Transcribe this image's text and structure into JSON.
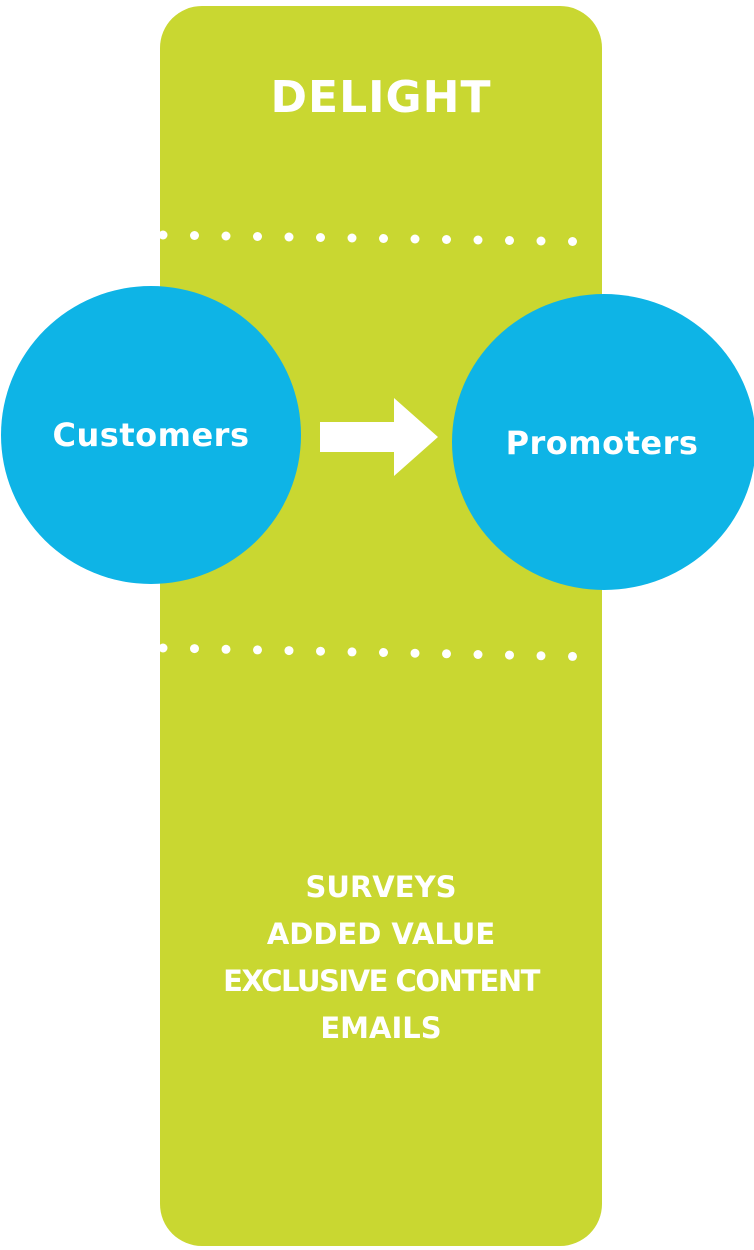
{
  "title": "DELIGHT",
  "colors": {
    "panel": "#c9d731",
    "circle": "#0eb4e6",
    "foreground": "#ffffff"
  },
  "nodes": {
    "from": "Customers",
    "to": "Promoters"
  },
  "connector": "arrow-right-icon",
  "tactics": [
    "SURVEYS",
    "ADDED VALUE",
    "EXCLUSIVE CONTENT",
    "EMAILS"
  ]
}
